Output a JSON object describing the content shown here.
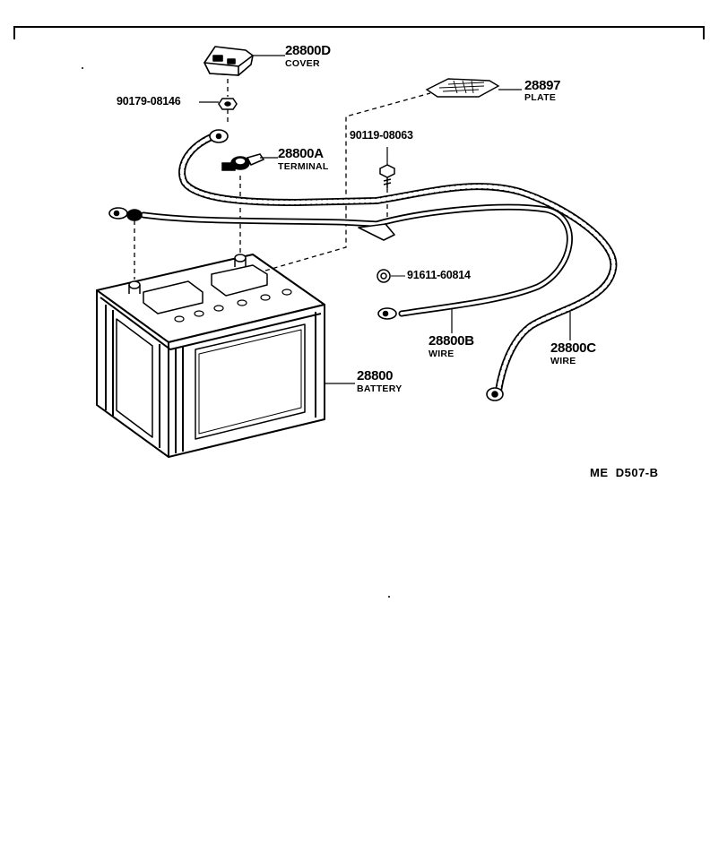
{
  "parts": {
    "cover": {
      "number": "28800D",
      "name": "COVER"
    },
    "nut": {
      "number": "90179-08146"
    },
    "plate": {
      "number": "28897",
      "name": "PLATE"
    },
    "bolt": {
      "number": "90119-08063"
    },
    "terminal": {
      "number": "28800A",
      "name": "TERMINAL"
    },
    "clip": {
      "number": "91611-60814"
    },
    "wire_b": {
      "number": "28800B",
      "name": "WIRE"
    },
    "wire_c": {
      "number": "28800C",
      "name": "WIRE"
    },
    "battery": {
      "number": "28800",
      "name": "BATTERY"
    }
  },
  "diagram_code": "ME  D507-B"
}
